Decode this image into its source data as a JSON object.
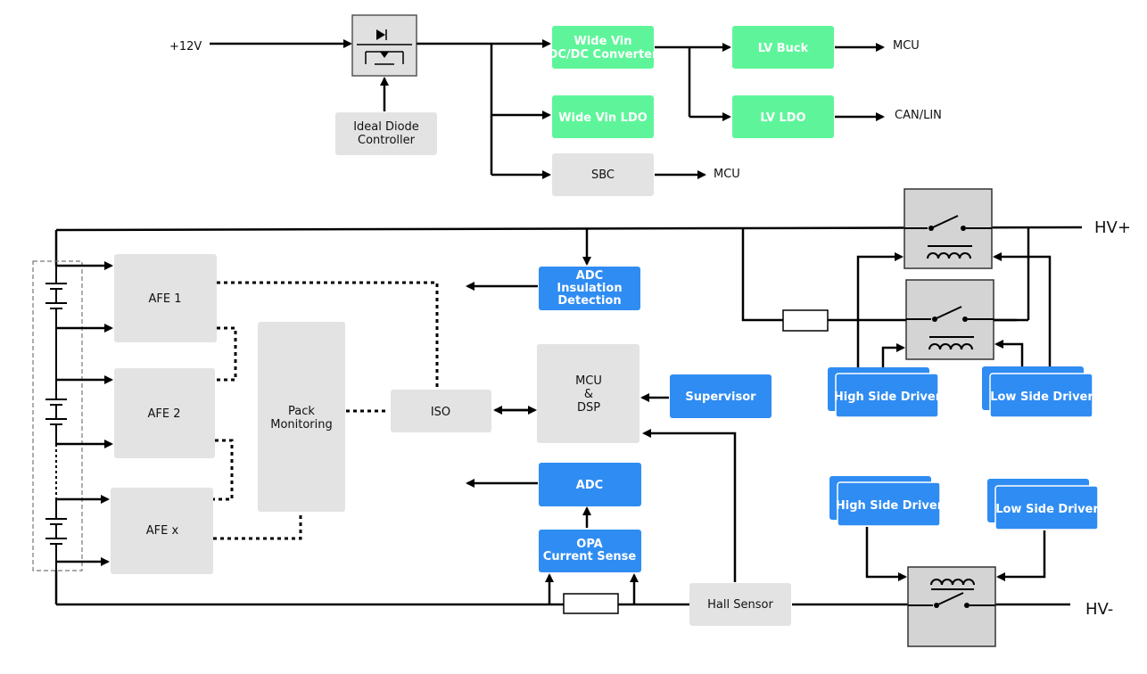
{
  "top": {
    "input_label": "+12V",
    "ideal_diode_line1": "Ideal Diode",
    "ideal_diode_line2": "Controller",
    "wide_vin_dcdc_line1": "Wide Vin",
    "wide_vin_dcdc_line2": "DC/DC Converter",
    "wide_vin_ldo": "Wide Vin LDO",
    "sbc": "SBC",
    "sbc_out": "MCU",
    "lv_buck": "LV Buck",
    "lv_buck_out": "MCU",
    "lv_ldo": "LV LDO",
    "lv_ldo_out": "CAN/LIN"
  },
  "bottom": {
    "afe1": "AFE 1",
    "afe2": "AFE 2",
    "afex": "AFE x",
    "pack_line1": "Pack",
    "pack_line2": "Monitoring",
    "iso": "ISO",
    "adc_ins_line1": "ADC",
    "adc_ins_line2": "Insulation",
    "adc_ins_line3": "Detection",
    "mcu_line1": "MCU",
    "mcu_line2": "&",
    "mcu_line3": "DSP",
    "supervisor": "Supervisor",
    "adc": "ADC",
    "opa_line1": "OPA",
    "opa_line2": "Current Sense",
    "hall": "Hall Sensor",
    "hsd1": "High Side Driver",
    "lsd1": "Low Side Driver",
    "hsd2": "High Side Driver",
    "lsd2": "Low Side Driver",
    "hv_plus": "HV+",
    "hv_minus": "HV-"
  },
  "colors": {
    "green": "#5ef59a",
    "blue": "#2f8cf2",
    "gray": "#e3e3e3",
    "relay": "#d4d4d4"
  }
}
